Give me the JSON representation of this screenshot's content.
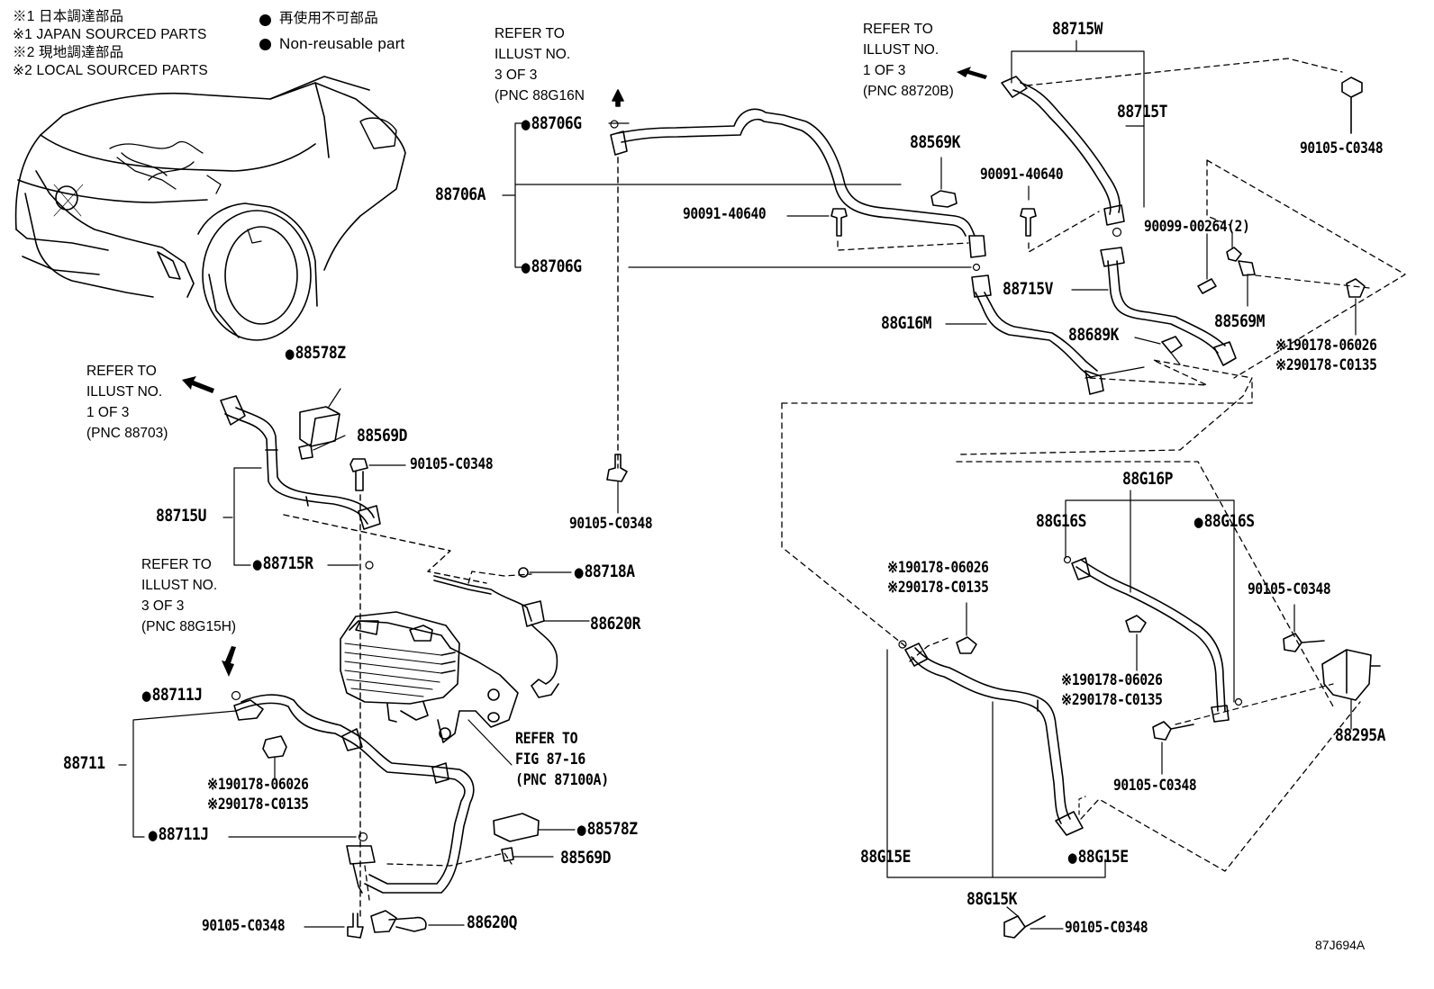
{
  "legend": {
    "japan_jp": "※1 日本調達部品",
    "japan_en": "※1 JAPAN SOURCED PARTS",
    "local_jp": "※2 現地調達部品",
    "local_en": "※2 LOCAL SOURCED PARTS",
    "nonreuse_jp": "再使用不可部品",
    "nonreuse_en": "Non-reusable part"
  },
  "refs": {
    "r1": "REFER TO\nILLUST NO.\n3 OF 3\n(PNC 88G16N",
    "r2": "REFER TO\nILLUST NO.\n1 OF 3\n(PNC 88720B)",
    "r3": "REFER TO\nILLUST NO.\n1 OF 3\n(PNC 88703)",
    "r4": "REFER TO\nILLUST NO.\n3 OF 3\n(PNC 88G15H)",
    "r5": "REFER TO\nFIG 87-16\n(PNC 87100A)"
  },
  "parts": {
    "p88578Z_top": "88578Z",
    "p88569D_top": "88569D",
    "p90105_a": "90105-C0348",
    "p88715U": "88715U",
    "p88715R": "88715R",
    "p88718A": "88718A",
    "p88620R": "88620R",
    "p88711J_top": "88711J",
    "p88711": "88711",
    "p190178_a": "※190178-06026",
    "p290178_a": "※290178-C0135",
    "p88711J_bot": "88711J",
    "p88578Z_bot": "88578Z",
    "p88569D_bot": "88569D",
    "p90105_b": "90105-C0348",
    "p88620Q": "88620Q",
    "p88706G_top": "88706G",
    "p88706A": "88706A",
    "p88706G_bot": "88706G",
    "p90091_a": "90091-40640",
    "p90105_c": "90105-C0348",
    "p88569K": "88569K",
    "p88G16M": "88G16M",
    "p88715W": "88715W",
    "p88715T": "88715T",
    "p90091_b": "90091-40640",
    "p90105_d": "90105-C0348",
    "p90099": "90099-00264(2)",
    "p88715V": "88715V",
    "p88569M": "88569M",
    "p88689K": "88689K",
    "p190178_b": "※190178-06026",
    "p290178_b": "※290178-C0135",
    "p88G16P": "88G16P",
    "p88G16S_l": "88G16S",
    "p88G16S_r": "88G16S",
    "p190178_c": "※190178-06026",
    "p290178_c": "※290178-C0135",
    "p190178_d": "※190178-06026",
    "p290178_d": "※290178-C0135",
    "p90105_e": "90105-C0348",
    "p88295A": "88295A",
    "p90105_f": "90105-C0348",
    "p88G15E_l": "88G15E",
    "p88G15E_r": "88G15E",
    "p88G15K": "88G15K",
    "p90105_g": "90105-C0348"
  },
  "illustration_code": "87J694A"
}
